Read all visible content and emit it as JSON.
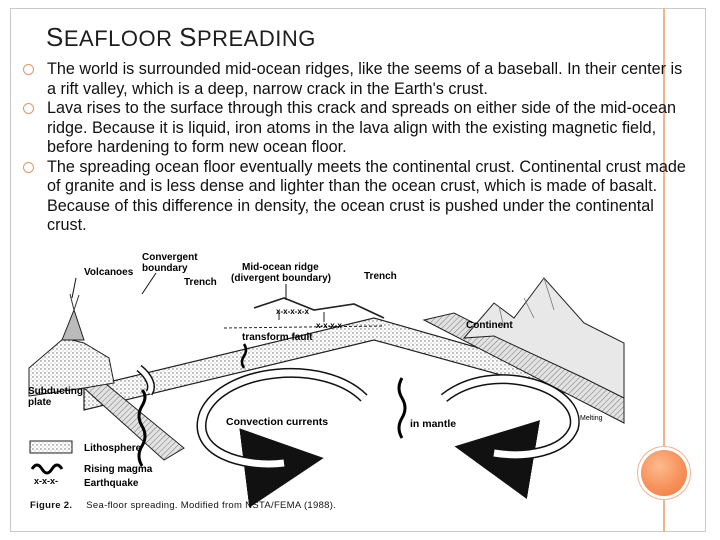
{
  "slide": {
    "title_first_letter": "S",
    "title_rest_1": "EAFLOOR ",
    "title_second_letter": "S",
    "title_rest_2": "PREADING",
    "bullets": [
      "The world is surrounded mid-ocean ridges, like the seems of a baseball. In their center is a rift valley, which is a deep, narrow crack in the Earth's crust.",
      "Lava rises to the surface through this crack and spreads on either side of the mid-ocean ridge. Because it is liquid, iron atoms in the lava align with the existing magnetic field, before hardening to form new ocean floor.",
      "The spreading ocean floor eventually meets the continental crust. Continental crust made of granite and is less dense and lighter than the ocean crust, which is made of basalt. Because of this difference in density, the ocean crust is pushed under the continental crust."
    ]
  },
  "figure": {
    "labels": {
      "convergent_1": "Convergent",
      "convergent_2": "boundary",
      "volcanoes": "Volcanoes",
      "trench_left": "Trench",
      "ridge_1": "Mid-ocean ridge",
      "ridge_2": "(divergent boundary)",
      "trench_right": "Trench",
      "transform_fault": "transform fault",
      "continent": "Continent",
      "subducting_1": "Subducting",
      "subducting_2": "plate",
      "convection": "Convection currents",
      "in_mantle": "in mantle",
      "melting": "Melting",
      "legend_lithosphere": "Lithosphere",
      "legend_magma": "Rising magma",
      "legend_earthquake_symbol": "x-x-x-",
      "legend_earthquake": "Earthquake",
      "xx_mark": "x-x-x-x-x",
      "xx_mark2": "x-x-x-x"
    },
    "caption_label": "Figure 2.",
    "caption_text": "Sea-floor spreading. Modified from NSTA/FEMA (1988)."
  }
}
